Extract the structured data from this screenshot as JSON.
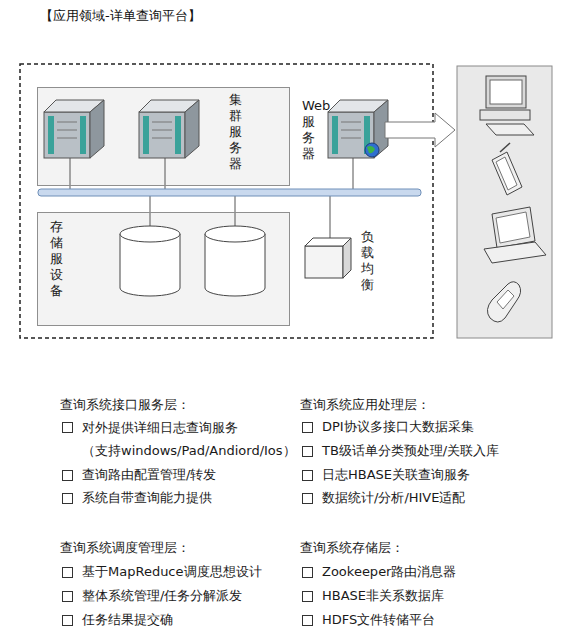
{
  "diagram": {
    "title": "【应用领域-详单查询平台】",
    "nodes": [
      {
        "text": [
          "集群服务器"
        ]
      },
      {
        "text": [
          "Web服务器"
        ]
      },
      {
        "text": [
          "存储服设备"
        ]
      },
      {
        "text": [
          "负载均衡"
        ]
      }
    ],
    "labels": [
      "查询系统接口服务层：",
      "对外提供详细日志查询服务 （支持windows/Pad/Andiord/Ios）",
      "查询路由配置管理/转发",
      "系统自带查询能力提供",
      "查询系统应用处理层：",
      "DPI协议多接口大数据采集",
      "TB级话单分类预处理/关联入库",
      "日志HBASE关联查询服务",
      "数据统计/分析/HIVE适配",
      "查询系统调度管理层：",
      "基于MapReduce调度思想设计",
      "整体系统管理/任务分解派发",
      "任务结果提交确",
      "查询系统存储层：",
      "Zookeeper路由消息器",
      "HBASE非关系数据库",
      "HDFS文件转储平台"
    ]
  }
}
